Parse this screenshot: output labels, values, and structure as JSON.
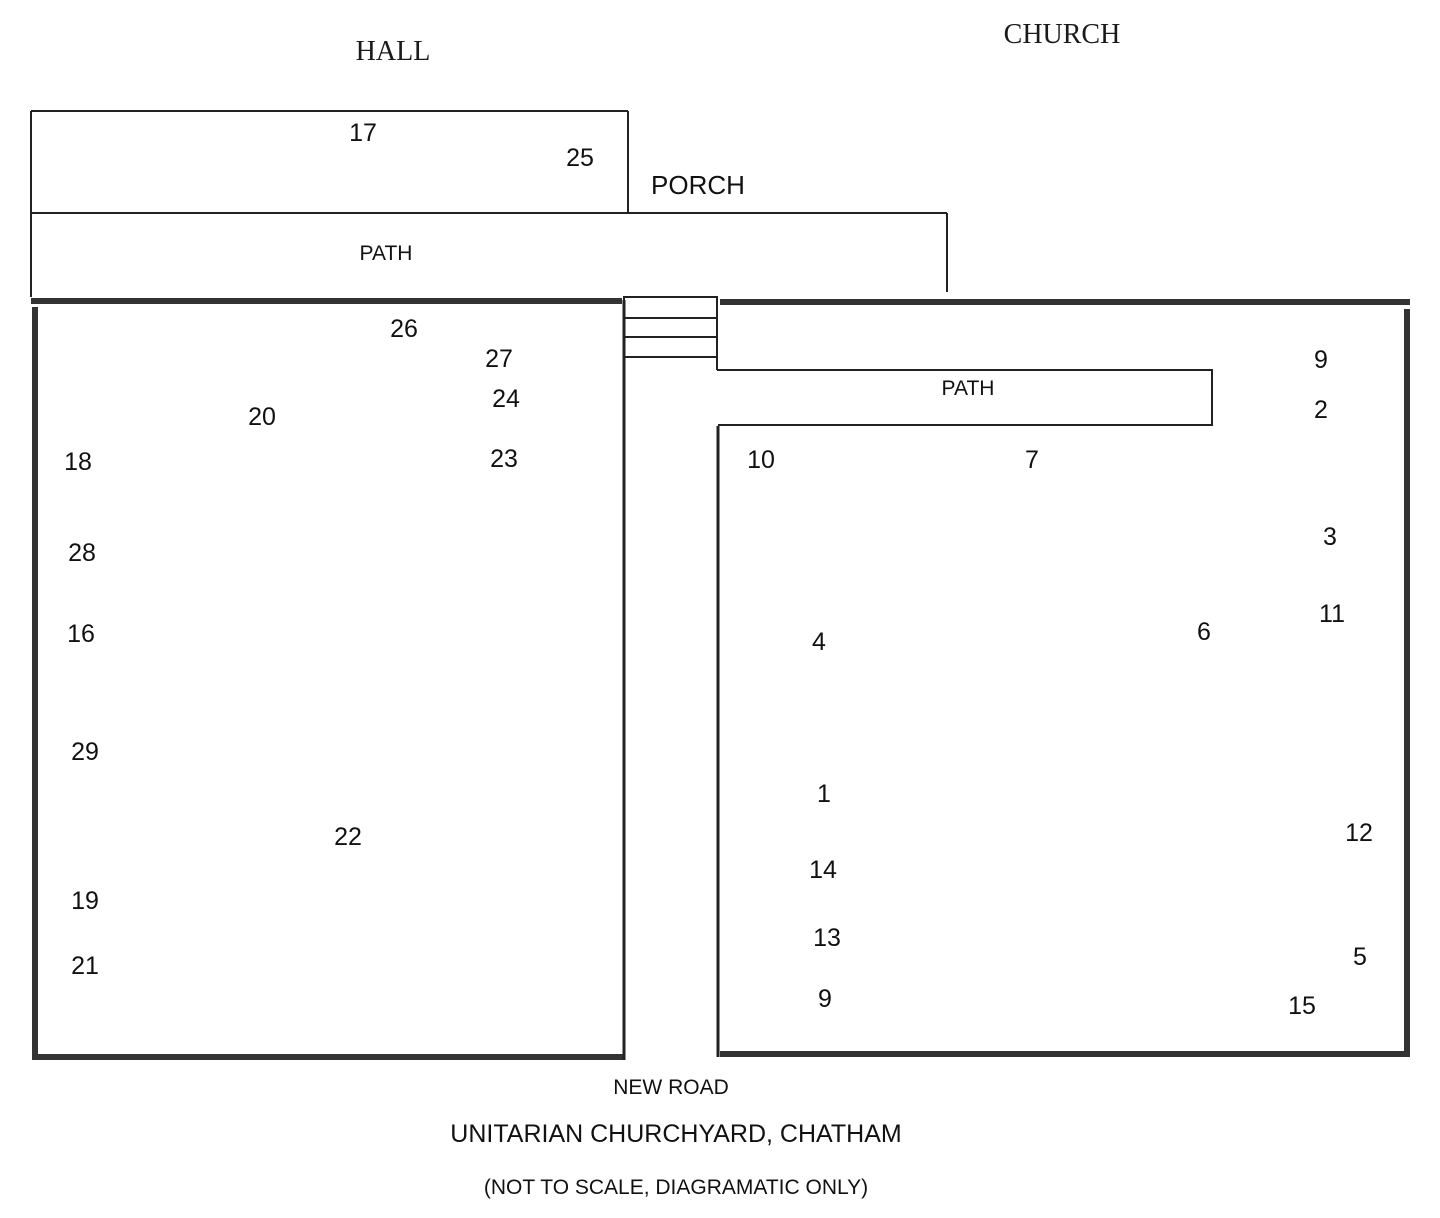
{
  "labels": {
    "hall": "HALL",
    "church": "CHURCH",
    "porch": "PORCH",
    "path_top": "PATH",
    "path_right": "PATH",
    "new_road": "NEW ROAD",
    "title": "UNITARIAN CHURCHYARD, CHATHAM",
    "subtitle": "(NOT TO SCALE, DIAGRAMATIC ONLY)"
  },
  "grave_numbers": {
    "hall": [
      "17",
      "25"
    ],
    "left_yard": [
      "26",
      "27",
      "24",
      "20",
      "23",
      "18",
      "28",
      "16",
      "29",
      "22",
      "19",
      "21"
    ],
    "right_yard": [
      "9",
      "2",
      "10",
      "7",
      "3",
      "11",
      "6",
      "4",
      "1",
      "12",
      "14",
      "13",
      "5",
      "9",
      "15"
    ]
  }
}
